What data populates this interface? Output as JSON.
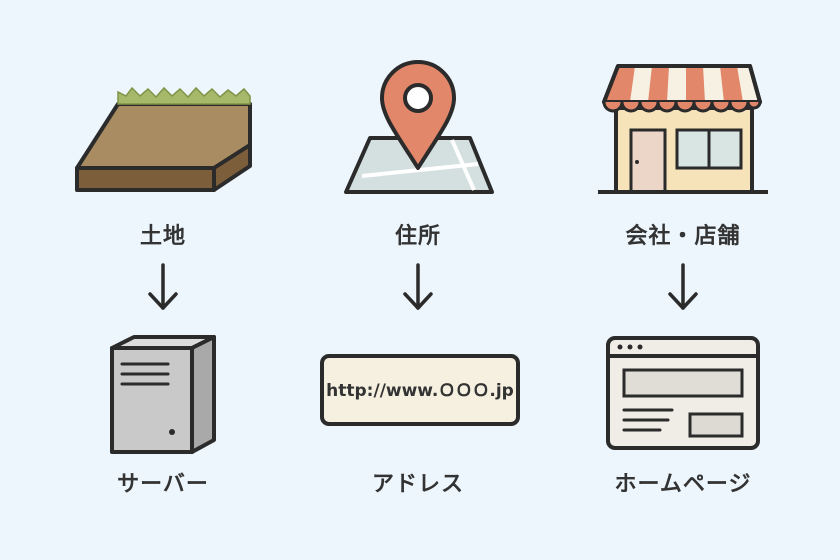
{
  "diagram": {
    "columns": [
      {
        "top_label": "土地",
        "top_icon": "land-plot-icon",
        "bottom_label": "サーバー",
        "bottom_icon": "server-icon"
      },
      {
        "top_label": "住所",
        "top_icon": "map-pin-icon",
        "bottom_label": "アドレス",
        "bottom_icon": "url-bar-icon",
        "url_text": "http://www.ＯＯＯ.jp"
      },
      {
        "top_label": "会社・店舗",
        "top_icon": "storefront-icon",
        "bottom_label": "ホームページ",
        "bottom_icon": "browser-window-icon"
      }
    ],
    "arrow_icon": "arrow-down-icon"
  },
  "colors": {
    "background": "#edf6fd",
    "outline": "#2b2b2b",
    "land_top": "#a98c61",
    "land_side": "#7d5e3b",
    "grass": "#a7b86a",
    "pin": "#e2876a",
    "map": "#d4e0e0",
    "awning_red": "#e2876a",
    "awning_cream": "#f7f1e3",
    "shop_wall": "#f6e3b9",
    "server_gray": "#c9c9c9",
    "url_bar_bg": "#f5f0e0",
    "browser_bg": "#f0ede6"
  }
}
